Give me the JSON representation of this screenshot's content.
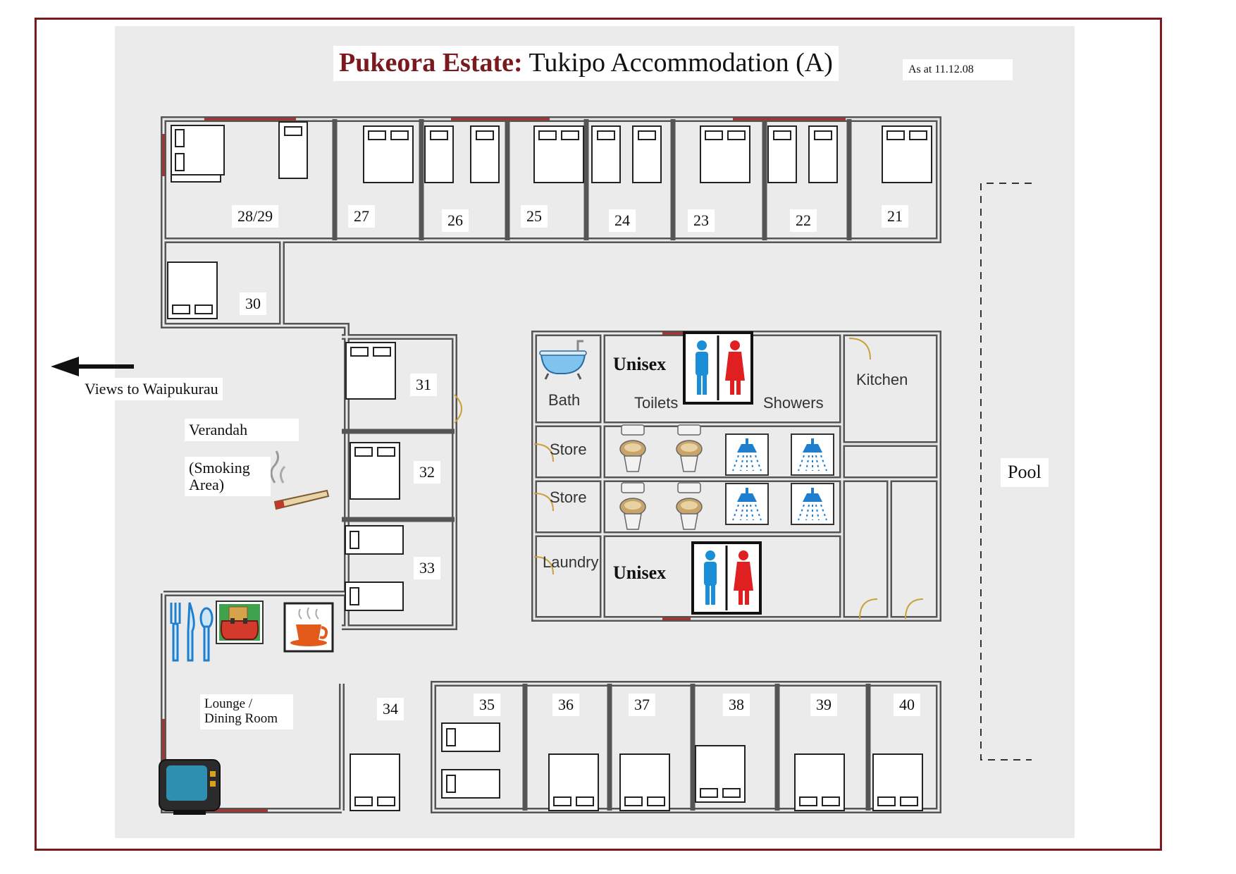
{
  "title": {
    "estate": "Pukeora Estate:",
    "name": "Tukipo Accommodation",
    "block": "(A)"
  },
  "date_note": "As at 11.12.08",
  "rooms": {
    "r2829": "28/29",
    "r27": "27",
    "r26": "26",
    "r25": "25",
    "r24": "24",
    "r23": "23",
    "r22": "22",
    "r21": "21",
    "r30": "30",
    "r31": "31",
    "r32": "32",
    "r33": "33",
    "r34": "34",
    "r35": "35",
    "r36": "36",
    "r37": "37",
    "r38": "38",
    "r39": "39",
    "r40": "40"
  },
  "amenities": {
    "bath": "Bath",
    "toilets": "Toilets",
    "showers": "Showers",
    "store1": "Store",
    "store2": "Store",
    "laundry": "Laundry",
    "kitchen": "Kitchen",
    "unisex_top": "Unisex",
    "unisex_bottom": "Unisex"
  },
  "annotations": {
    "views": "Views to Waipukurau",
    "verandah": "Verandah",
    "smoking": "(Smoking Area)",
    "lounge": "Lounge / Dining Room",
    "pool": "Pool"
  },
  "colors": {
    "frame": "#7a1a1f",
    "wall": "#555555",
    "paper": "#ebebeb",
    "male": "#1a8fd8",
    "female": "#e02020"
  }
}
